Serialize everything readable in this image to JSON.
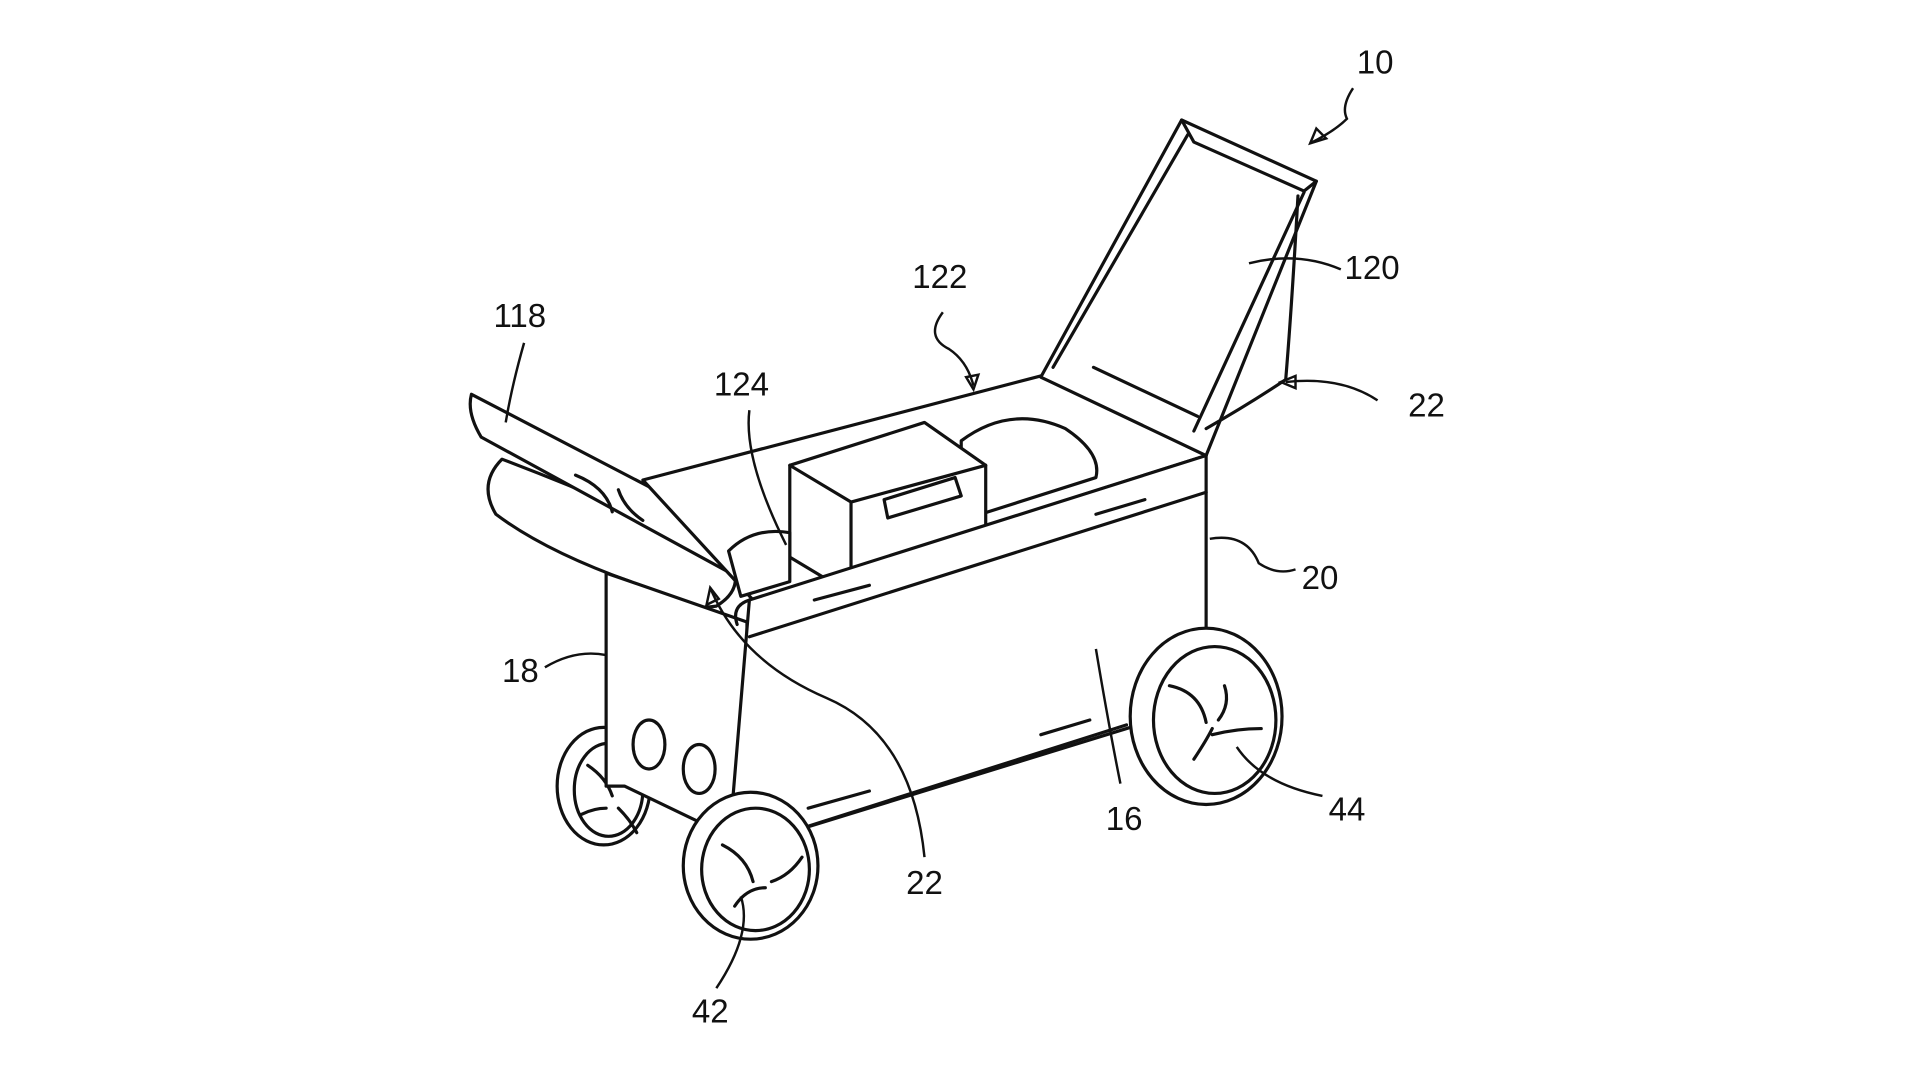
{
  "figure": {
    "labels": {
      "l10": "10",
      "l120": "120",
      "l122": "122",
      "l22_right": "22",
      "l118": "118",
      "l124": "124",
      "l20": "20",
      "l18": "18",
      "l16": "16",
      "l44": "44",
      "l22_bottom": "22",
      "l42": "42"
    },
    "line_color": "#111111",
    "background": "#ffffff"
  }
}
